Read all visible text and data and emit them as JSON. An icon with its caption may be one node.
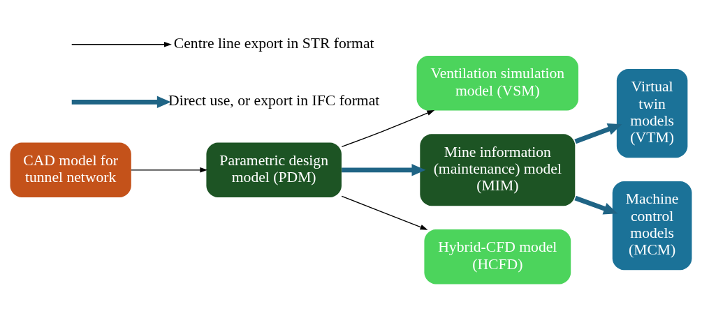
{
  "diagram": {
    "nodes": [
      {
        "text": [
          "CAD model for tunnel network"
        ]
      },
      {
        "text": [
          "Parametric design model (PDM)"
        ]
      },
      {
        "text": [
          "Ventilation simulation model (VSM)"
        ]
      },
      {
        "text": [
          "Mine information (maintenance) model (MIM)"
        ]
      },
      {
        "text": [
          "Hybrid-CFD model (HCFD)"
        ]
      },
      {
        "text": [
          "Virtual twin models (VTM)"
        ]
      },
      {
        "text": [
          "Machine control models (MCM)"
        ]
      }
    ],
    "edges": [
      {
        "from": 0,
        "to": 1,
        "arrow": "to"
      },
      {
        "from": 1,
        "to": 2,
        "arrow": "to"
      },
      {
        "from": 1,
        "to": 3,
        "arrow": "to",
        "style": "thick",
        "color": "#1f6485"
      },
      {
        "from": 1,
        "to": 4,
        "arrow": "to"
      },
      {
        "from": 3,
        "to": 5,
        "arrow": "to",
        "style": "thick",
        "color": "#1f6485"
      },
      {
        "from": 3,
        "to": 6,
        "arrow": "to",
        "style": "thick",
        "color": "#1f6485"
      }
    ],
    "legend": [
      {
        "text": "Centre line export in STR format"
      },
      {
        "text": "Direct use, or export in IFC format"
      }
    ]
  }
}
